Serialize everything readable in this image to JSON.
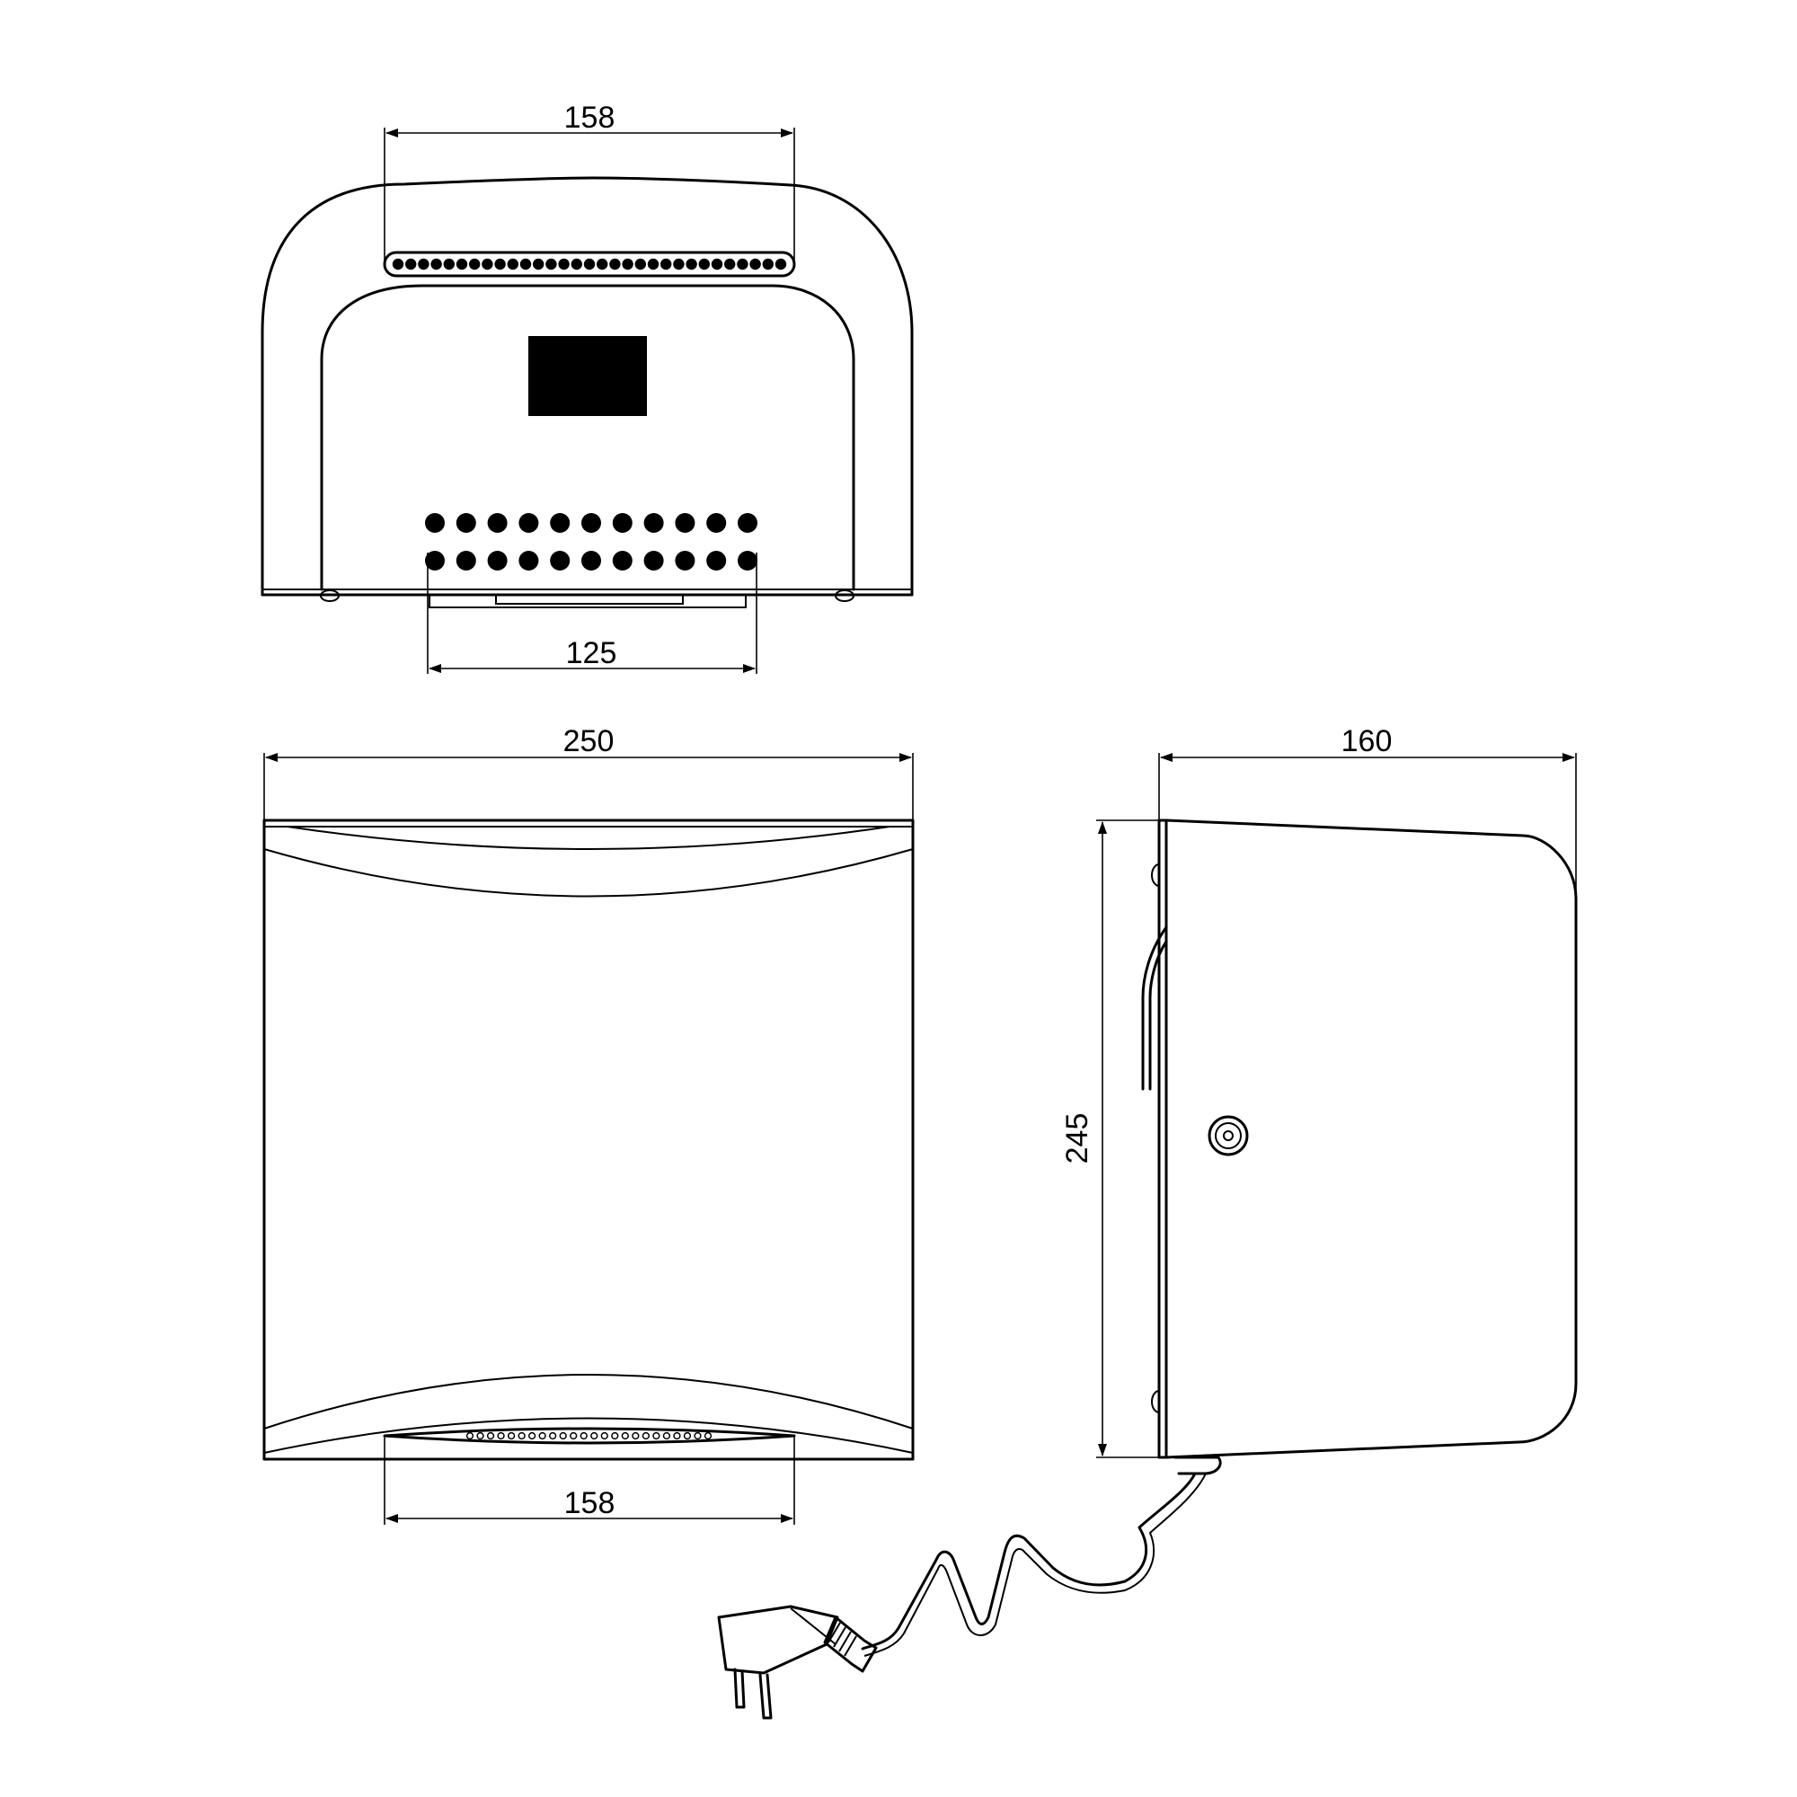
{
  "colors": {
    "line": "#000000",
    "background": "#ffffff"
  },
  "dimensions": {
    "top_outlet_width": "158",
    "bottom_opening_width": "125",
    "front_width": "250",
    "side_depth": "160",
    "side_height": "245",
    "front_outlet_width": "158"
  },
  "top_view": {
    "outlet_holes": 31,
    "vent_columns": 11,
    "vent_rows": 2
  },
  "front_view": {
    "outlet_holes": 24
  }
}
